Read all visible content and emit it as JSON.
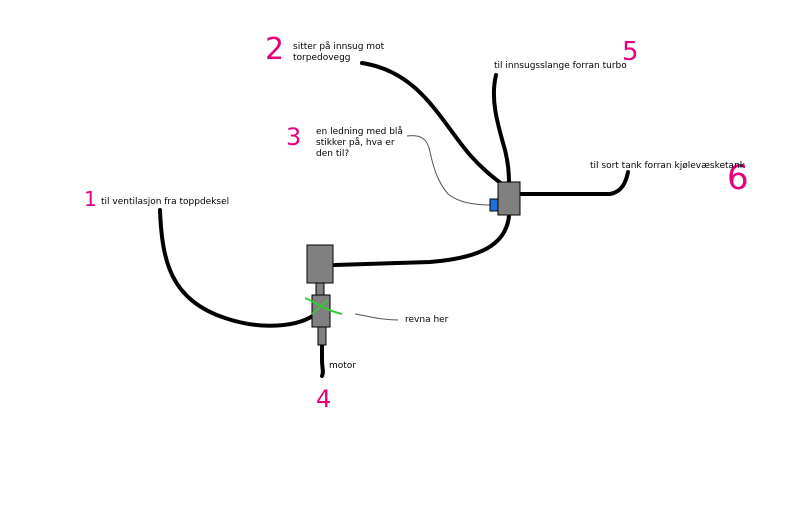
{
  "colors": {
    "background": "#ffffff",
    "hose": "#000000",
    "part": "#808080",
    "part_outline": "#000000",
    "number": "#e6007e",
    "crack": "#33cc33",
    "sensor": "#1f6fd6",
    "leader": "#555555"
  },
  "labels": {
    "one": "til ventilasjon fra toppdeksel",
    "two": "sitter på innsug mot torpedovegg",
    "three": "en ledning med blå stikker på, hva er den til?",
    "four": "motor",
    "five": "til innsugsslange forran turbo",
    "six": "til sort tank forran kjølevæsketank",
    "crack": "revna her"
  },
  "numbers": {
    "one": "1",
    "two": "2",
    "three": "3",
    "four": "4",
    "five": "5",
    "six": "6"
  }
}
